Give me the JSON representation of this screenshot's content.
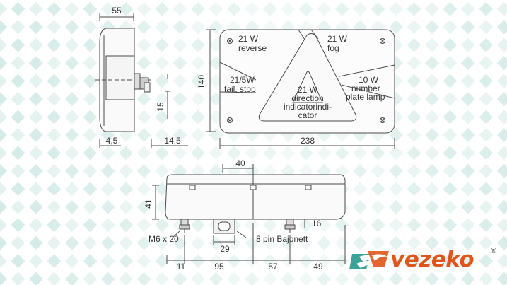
{
  "side_view": {
    "dim_top": "55",
    "dim_height": "15",
    "dim_left": "4,5",
    "dim_right": "14,5"
  },
  "front_view": {
    "dim_height": "140",
    "dim_width": "238",
    "labels": {
      "reverse": [
        "21 W",
        "reverse"
      ],
      "fog": [
        "21 W",
        "fog"
      ],
      "tail_stop": [
        "21/5W",
        "tail, stop"
      ],
      "direction": [
        "21 W",
        "direction",
        "indicatorindi-",
        "cator"
      ],
      "number_plate": [
        "10 W",
        "number",
        "plate lamp"
      ]
    }
  },
  "bottom_view": {
    "dim_connector_offset": "40",
    "dim_height": "41",
    "dim_stud": "16",
    "dim_connector_width": "29",
    "bolt_label": "M6 x 20",
    "connector_label": "8 pin Bajonett",
    "bottom_dims": [
      "11",
      "95",
      "57",
      "49"
    ]
  },
  "logo": {
    "text": "vezeko",
    "registered": "®"
  },
  "colors": {
    "line": "#4a4a4a",
    "accent": "#e0561a",
    "teal": "#3aa39a",
    "pattern": "#dcefec"
  }
}
